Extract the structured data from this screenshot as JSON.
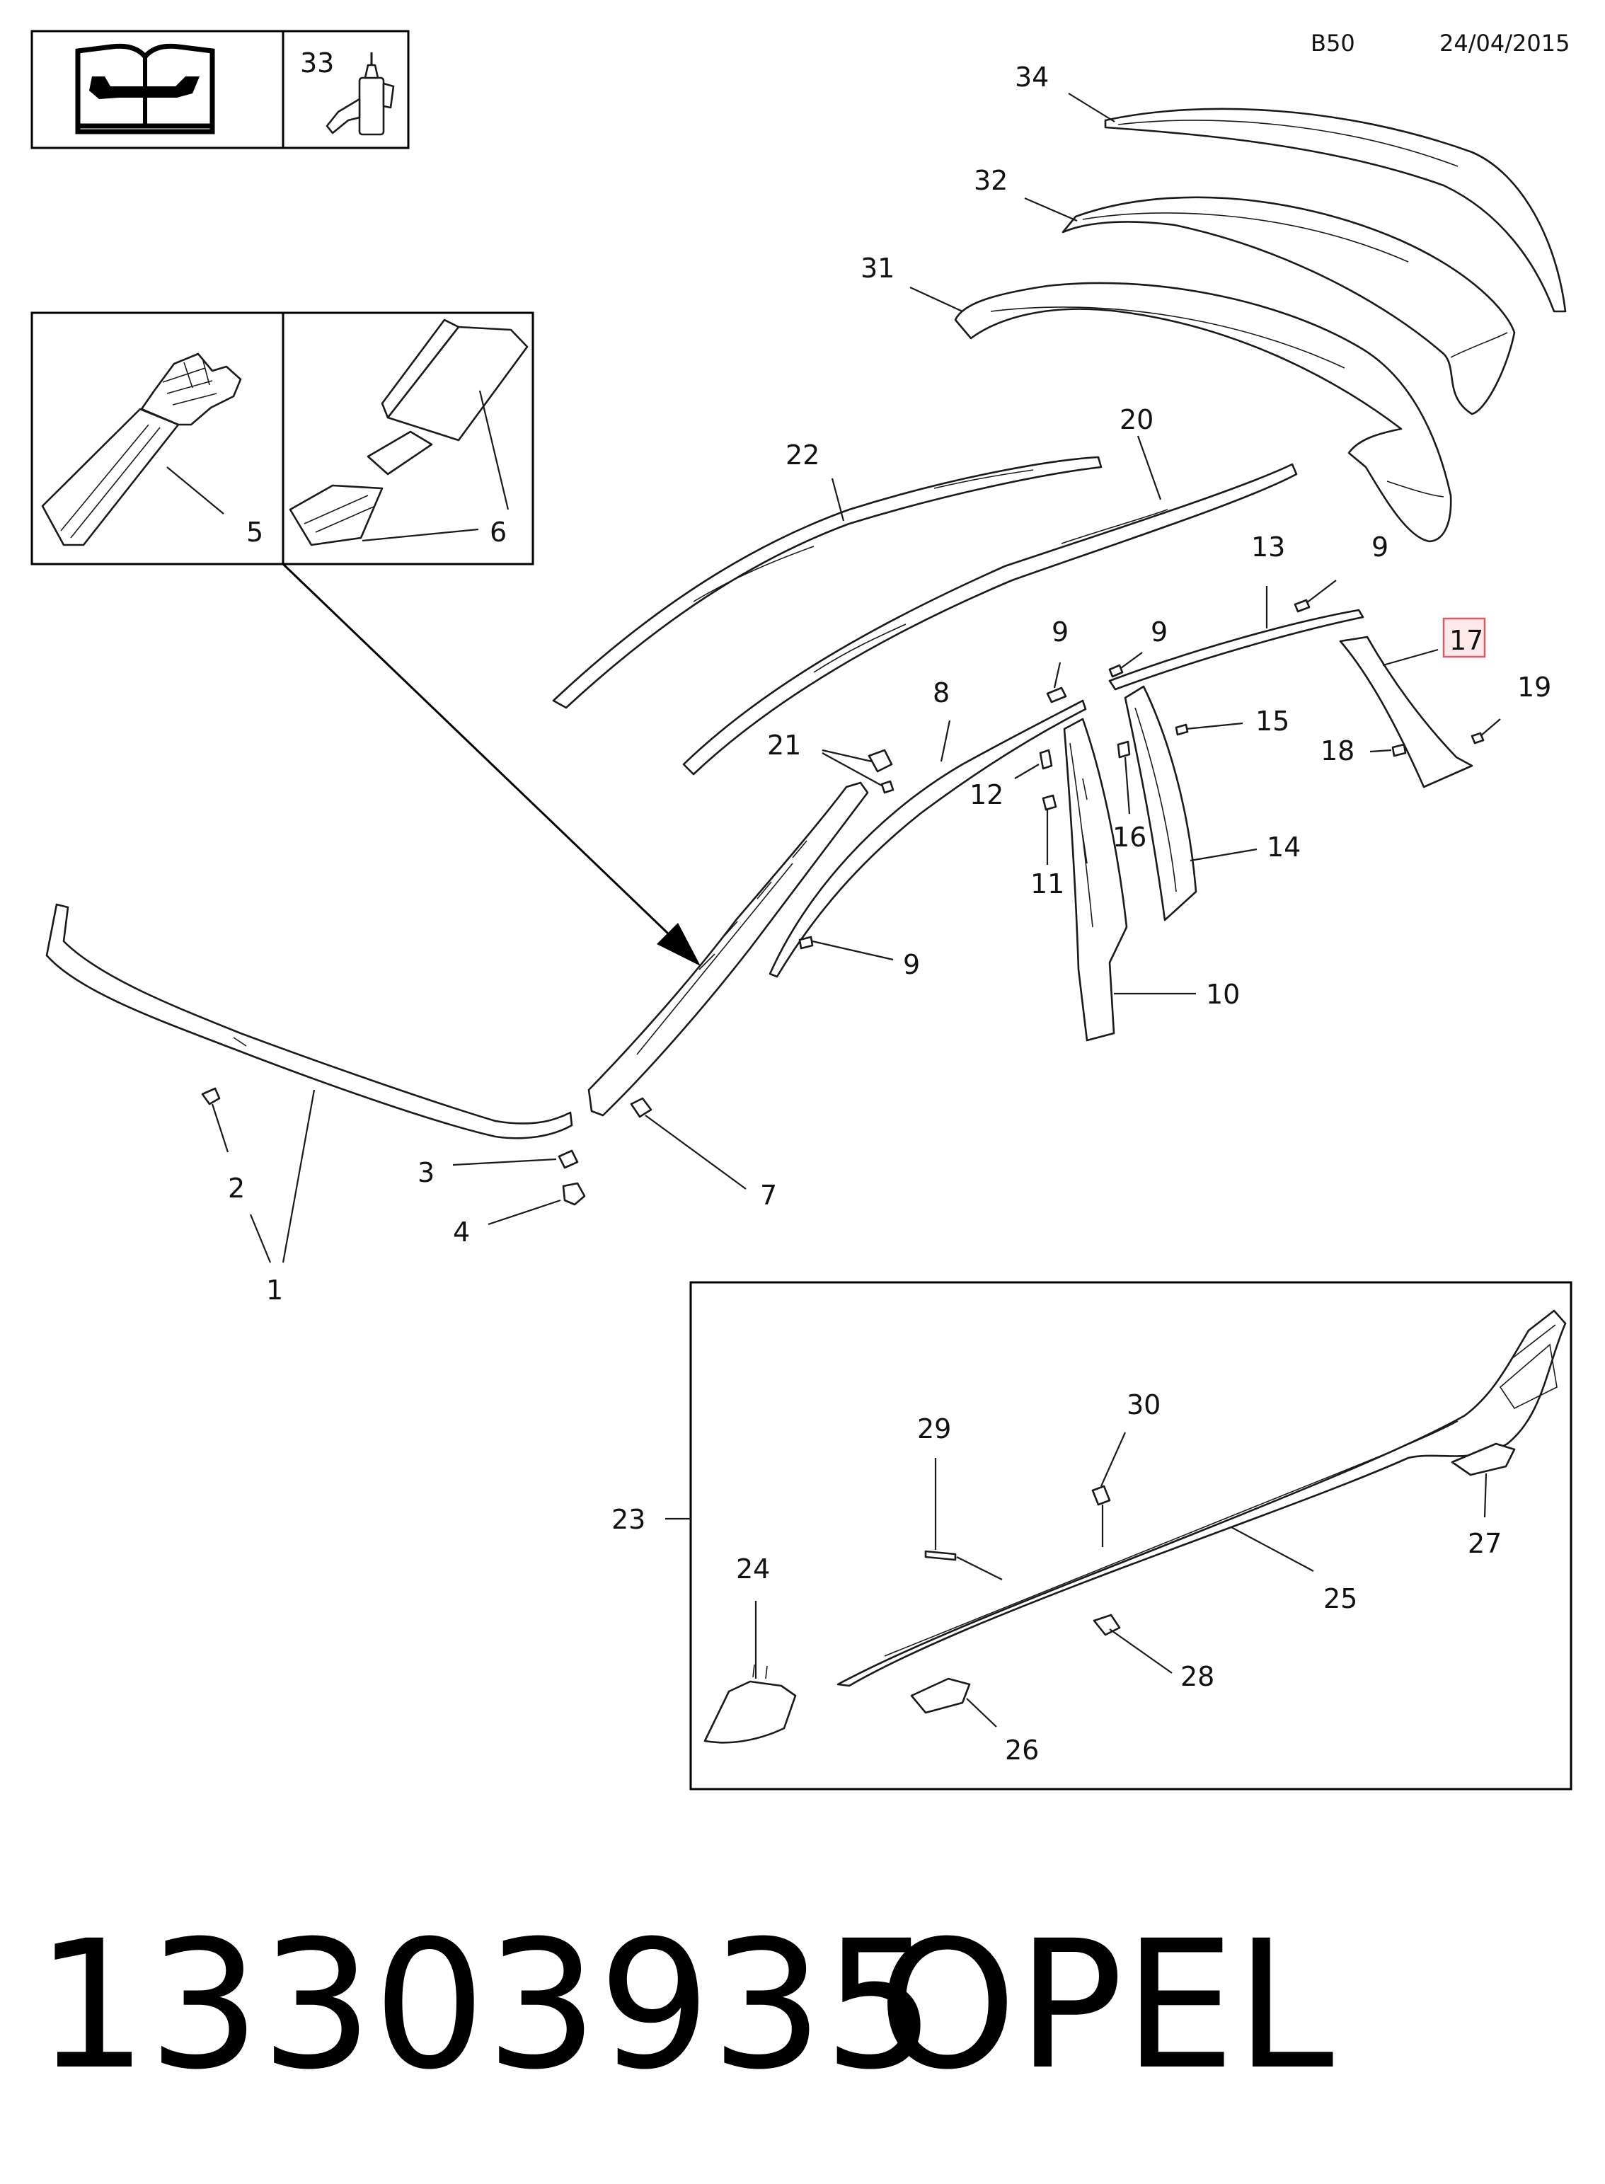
{
  "header": {
    "code": "B50",
    "date": "24/04/2015"
  },
  "legend": {
    "adhesive_callout": "33",
    "manual_icon": "repair-manual-icon",
    "adhesive_icon": "adhesive-bottle-icon"
  },
  "inset_detail": {
    "label_clip": "5",
    "label_cap": "6"
  },
  "callouts": {
    "c1": "1",
    "c2": "2",
    "c3": "3",
    "c4": "4",
    "c7": "7",
    "c8": "8",
    "c9a": "9",
    "c9b": "9",
    "c9c": "9",
    "c9d": "9",
    "c10": "10",
    "c11": "11",
    "c12": "12",
    "c13": "13",
    "c14": "14",
    "c15": "15",
    "c16": "16",
    "c17": "17",
    "c18": "18",
    "c19": "19",
    "c20": "20",
    "c21": "21",
    "c22": "22",
    "c31": "31",
    "c32": "32",
    "c34": "34"
  },
  "highlight": {
    "callout": "17",
    "color": "#e05a64"
  },
  "sill_inset": {
    "c23": "23",
    "c24": "24",
    "c25": "25",
    "c26": "26",
    "c27": "27",
    "c28": "28",
    "c29": "29",
    "c30": "30"
  },
  "footer": {
    "part_number": "13303935",
    "brand": "OPEL"
  }
}
